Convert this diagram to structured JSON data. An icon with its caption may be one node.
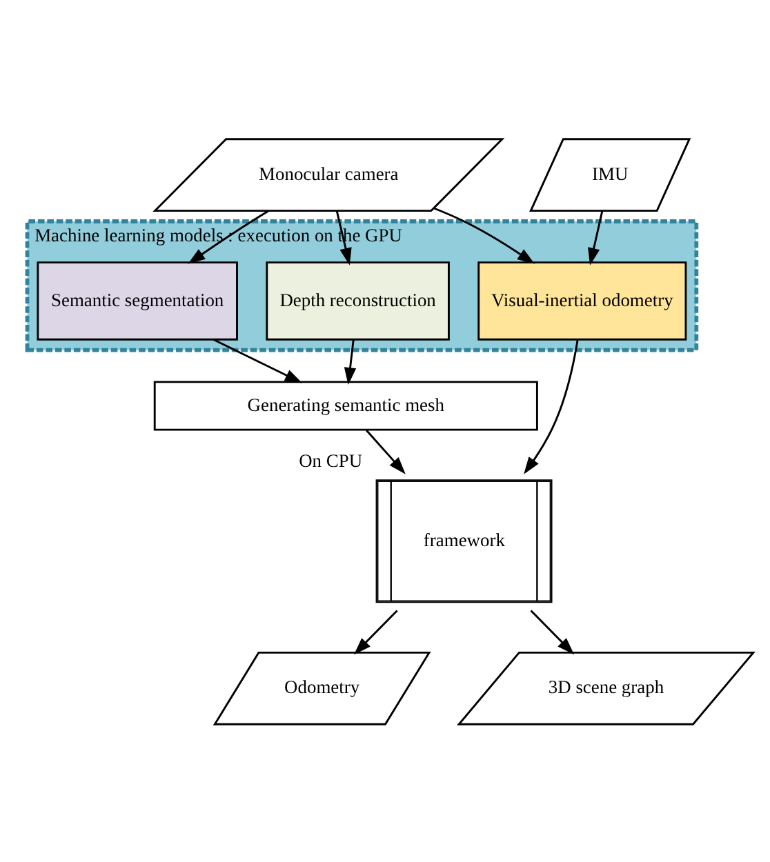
{
  "diagram": {
    "nodes": [
      {
        "text": [
          "Monocular camera"
        ]
      },
      {
        "text": [
          "IMU"
        ]
      },
      {
        "text": [
          "Machine learning models : execution on the GPU"
        ]
      },
      {
        "text": [
          "Depth reconstruction"
        ],
        "in": 2
      },
      {
        "text": [
          "Semantic segmentation"
        ],
        "in": 2
      },
      {
        "text": [
          "Visual-inertial odometry"
        ],
        "in": 2
      },
      {
        "text": [
          "Generating semantic mesh"
        ]
      },
      {
        "text": [
          "framework"
        ],
        "beside": [
          "On CPU"
        ]
      },
      {
        "text": [
          "Odometry"
        ]
      },
      {
        "text": [
          "3D scene graph"
        ]
      }
    ],
    "edges": [
      {
        "from": 0,
        "to": 3,
        "arrow": "to"
      },
      {
        "from": 0,
        "to": 4,
        "arrow": "to"
      },
      {
        "from": 0,
        "to": 5,
        "arrow": "to"
      },
      {
        "from": 1,
        "to": 5,
        "arrow": "to"
      },
      {
        "from": 3,
        "to": 6,
        "arrow": "to"
      },
      {
        "from": 4,
        "to": 6,
        "arrow": "to"
      },
      {
        "from": 6,
        "to": 7,
        "arrow": "to"
      },
      {
        "from": 5,
        "to": 7,
        "arrow": "to"
      },
      {
        "from": 7,
        "to": 8,
        "arrow": "to"
      },
      {
        "from": 7,
        "to": 9,
        "arrow": "to"
      }
    ]
  }
}
